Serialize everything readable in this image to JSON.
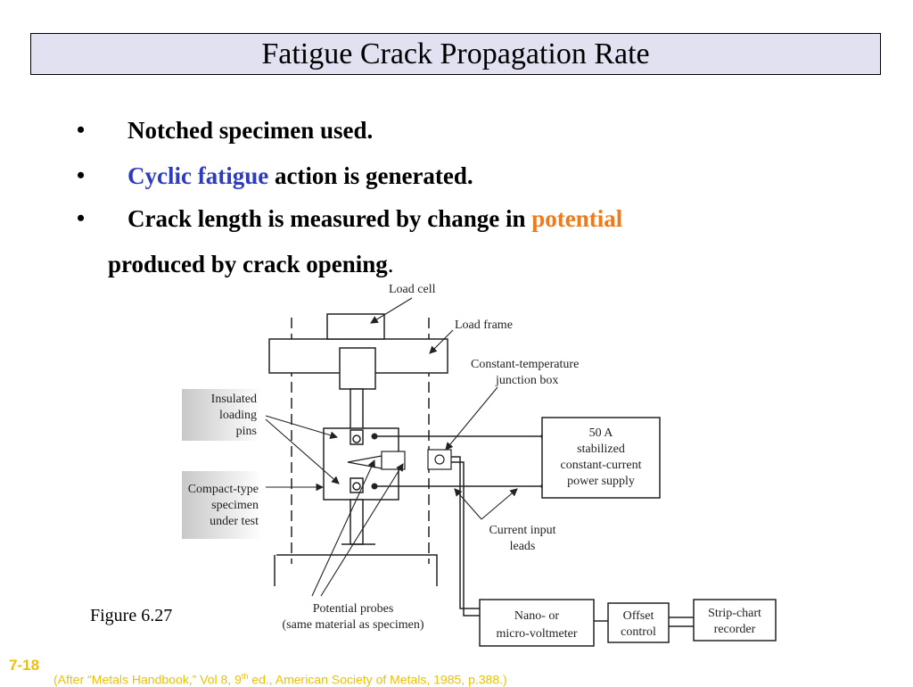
{
  "title": "Fatigue Crack Propagation Rate",
  "bullets": [
    {
      "text": "Notched specimen used."
    },
    {
      "highlight": "Cyclic fatigue",
      "rest": " action is  generated."
    },
    {
      "before": "Crack length is measured  by change in ",
      "highlight": "potential",
      "after": "produced by crack opening",
      "end": "."
    }
  ],
  "bullet_symbol": "•",
  "diagram": {
    "labels": {
      "load_cell": "Load cell",
      "load_frame": "Load frame",
      "junction_box_1": "Constant-temperature",
      "junction_box_2": "junction box",
      "pins_1": "Insulated",
      "pins_2": "loading",
      "pins_3": "pins",
      "specimen_1": "Compact-type",
      "specimen_2": "specimen",
      "specimen_3": "under test",
      "power_1": "50 A",
      "power_2": "stabilized",
      "power_3": "constant-current",
      "power_4": "power supply",
      "leads_1": "Current input",
      "leads_2": "leads",
      "probes_1": "Potential probes",
      "probes_2": "(same material as specimen)",
      "voltmeter_1": "Nano- or",
      "voltmeter_2": "micro-voltmeter",
      "offset_1": "Offset",
      "offset_2": "control",
      "recorder_1": "Strip-chart",
      "recorder_2": "recorder"
    }
  },
  "figure_caption": "Figure 6.27",
  "slide_number": "7-18",
  "credit": {
    "before": "(After “Metals Handbook,” Vol 8, 9",
    "sup": "th",
    "after": " ed., American Society of Metals, 1985, p.388.)"
  },
  "colors": {
    "title_bg": "#e1e1f2",
    "blue": "#2f3bbd",
    "orange": "#f07a1a",
    "footer": "#f0c000"
  }
}
